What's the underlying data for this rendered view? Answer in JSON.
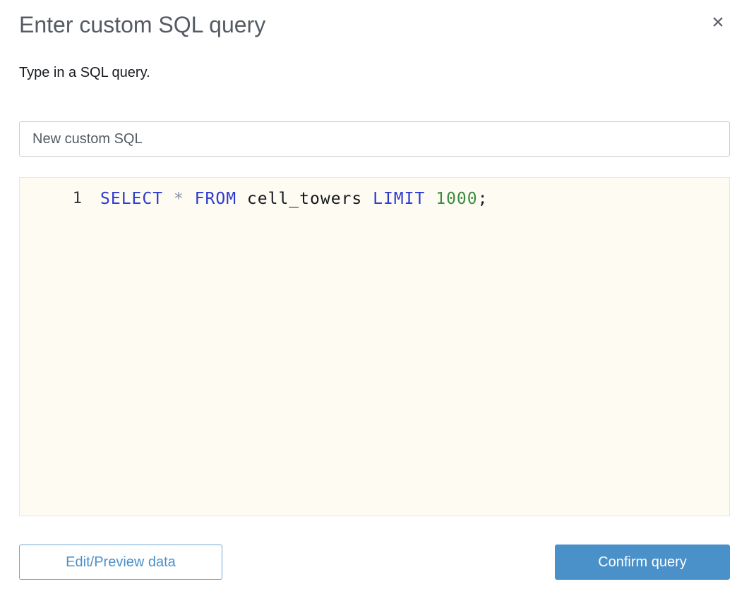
{
  "dialog": {
    "title": "Enter custom SQL query",
    "subtitle": "Type in a SQL query."
  },
  "icons": {
    "close": "×"
  },
  "name_input": {
    "value": "New custom SQL"
  },
  "editor": {
    "line_number": "1",
    "code": "SELECT * FROM cell_towers LIMIT 1000;",
    "tokens": [
      {
        "type": "keyword",
        "text": "SELECT"
      },
      {
        "type": "plain",
        "text": " "
      },
      {
        "type": "operator",
        "text": "*"
      },
      {
        "type": "plain",
        "text": " "
      },
      {
        "type": "keyword",
        "text": "FROM"
      },
      {
        "type": "plain",
        "text": " "
      },
      {
        "type": "identifier",
        "text": "cell_towers"
      },
      {
        "type": "plain",
        "text": " "
      },
      {
        "type": "keyword",
        "text": "LIMIT"
      },
      {
        "type": "plain",
        "text": " "
      },
      {
        "type": "number",
        "text": "1000"
      },
      {
        "type": "punct",
        "text": ";"
      }
    ]
  },
  "buttons": {
    "edit_preview": "Edit/Preview data",
    "confirm": "Confirm query"
  },
  "colors": {
    "accent": "#4a90c9",
    "accent_border": "#6ea7d6",
    "title_gray": "#545b64",
    "text_dark": "#16191f",
    "editor_bg": "#fdfbf2",
    "keyword": "#2d3ad1",
    "operator": "#8c93a8",
    "identifier": "#16191f",
    "number": "#3c8b40"
  }
}
